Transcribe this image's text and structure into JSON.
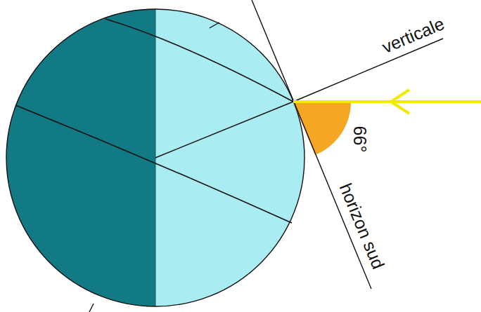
{
  "diagram": {
    "labels": [
      "verticale",
      "horizon sud",
      "66°"
    ]
  }
}
